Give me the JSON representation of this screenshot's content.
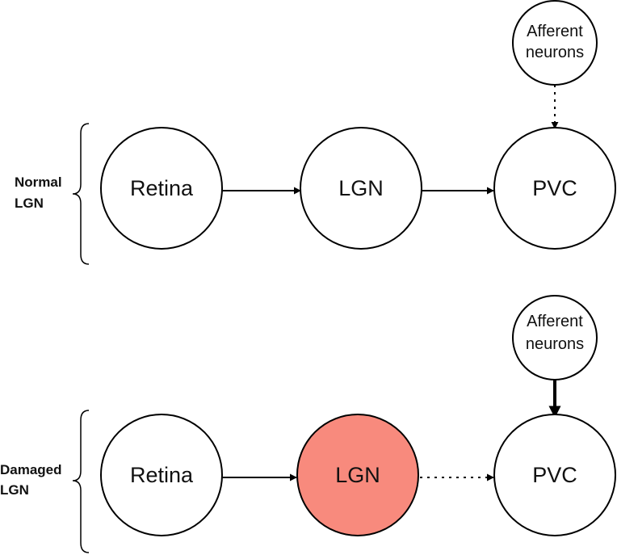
{
  "colors": {
    "stroke": "#000000",
    "background": "#ffffff",
    "damaged_fill": "#f88a7d"
  },
  "top": {
    "group_label_line1": "Normal",
    "group_label_line2": "LGN",
    "retina": "Retina",
    "lgn": "LGN",
    "pvc": "PVC",
    "afferent_line1": "Afferent",
    "afferent_line2": "neurons",
    "edges": [
      {
        "from": "Retina",
        "to": "LGN",
        "style": "solid"
      },
      {
        "from": "LGN",
        "to": "PVC",
        "style": "solid"
      },
      {
        "from": "Afferent neurons",
        "to": "PVC",
        "style": "dotted"
      }
    ]
  },
  "bottom": {
    "group_label_line1": "Damaged",
    "group_label_line2": "LGN",
    "retina": "Retina",
    "lgn": "LGN",
    "pvc": "PVC",
    "afferent_line1": "Afferent",
    "afferent_line2": "neurons",
    "edges": [
      {
        "from": "Retina",
        "to": "LGN",
        "style": "solid"
      },
      {
        "from": "LGN",
        "to": "PVC",
        "style": "dotted"
      },
      {
        "from": "Afferent neurons",
        "to": "PVC",
        "style": "thick"
      }
    ]
  }
}
